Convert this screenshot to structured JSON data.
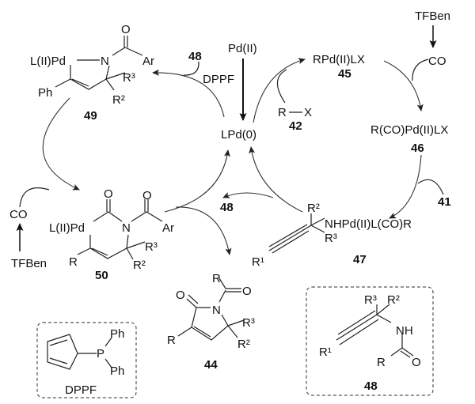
{
  "center": {
    "pd0": "LPd(0)",
    "pd2": "Pd(II)",
    "dppf_reagent": "DPPF",
    "amide_in": "48"
  },
  "compound49": {
    "metal": "L(II)Pd",
    "n": "N",
    "o": "O",
    "ar": "Ar",
    "r3": "R³",
    "r2": "R²",
    "ph": "Ph",
    "label": "49"
  },
  "compound50": {
    "metal": "L(II)Pd",
    "o1": "O",
    "n": "N",
    "o2": "O",
    "ar": "Ar",
    "r3": "R³",
    "r2": "R²",
    "r": "R",
    "label": "50",
    "co": "CO",
    "tfben": "TFBen"
  },
  "compound45": {
    "formula": "RPd(II)LX",
    "label": "45"
  },
  "compound42": {
    "r": "R",
    "x": "X",
    "label": "42"
  },
  "co_source": {
    "tfben": "TFBen",
    "co": "CO"
  },
  "compound46": {
    "formula": "R(CO)Pd(II)LX",
    "label": "46"
  },
  "compound41": {
    "label": "41"
  },
  "compound47": {
    "r2": "R²",
    "nh": "NHPd(II)L(CO)R",
    "r3": "R³",
    "r1": "R¹",
    "label": "47",
    "release": "48"
  },
  "compound44": {
    "r_top": "R",
    "o_acyl": "O",
    "o_ring": "O",
    "n": "N",
    "r3": "R³",
    "r": "R",
    "r2": "R²",
    "label": "44"
  },
  "box48": {
    "r3": "R³",
    "r2": "R²",
    "nh": "NH",
    "r1": "R¹",
    "r": "R",
    "o": "O",
    "label": "48"
  },
  "box_dppf": {
    "p": "P",
    "ph1": "Ph",
    "ph2": "Ph",
    "label": "DPPF"
  }
}
